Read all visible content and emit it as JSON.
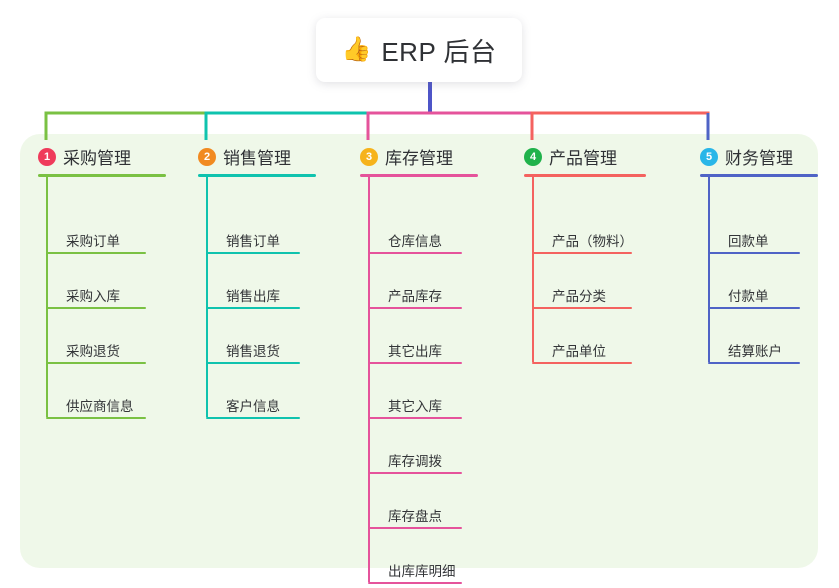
{
  "diagram": {
    "title": "ERP 后台",
    "type": "mind-map",
    "root": {
      "emoji": "👍",
      "emoji_name": "thumbs-up-emoji",
      "label": "ERP 后台",
      "trunk_color": "#4e55c8"
    },
    "panel_background": "#eff8e9",
    "branches": [
      {
        "number": "1",
        "label": "采购管理",
        "badge_color": "#ef3b5b",
        "accent_color": "#7ac143",
        "items": [
          "采购订单",
          "采购入库",
          "采购退货",
          "供应商信息"
        ]
      },
      {
        "number": "2",
        "label": "销售管理",
        "badge_color": "#f18a21",
        "accent_color": "#0fc3ae",
        "items": [
          "销售订单",
          "销售出库",
          "销售退货",
          "客户信息"
        ]
      },
      {
        "number": "3",
        "label": "库存管理",
        "badge_color": "#f6b31c",
        "accent_color": "#e5539b",
        "items": [
          "仓库信息",
          "产品库存",
          "其它出库",
          "其它入库",
          "库存调拨",
          "库存盘点",
          "出库库明细"
        ]
      },
      {
        "number": "4",
        "label": "产品管理",
        "badge_color": "#20b24b",
        "accent_color": "#f4625f",
        "items": [
          "产品（物料）",
          "产品分类",
          "产品单位"
        ]
      },
      {
        "number": "5",
        "label": "财务管理",
        "badge_color": "#29b6e8",
        "accent_color": "#4f63c6",
        "items": [
          "回款单",
          "付款单",
          "结算账户"
        ]
      }
    ]
  }
}
